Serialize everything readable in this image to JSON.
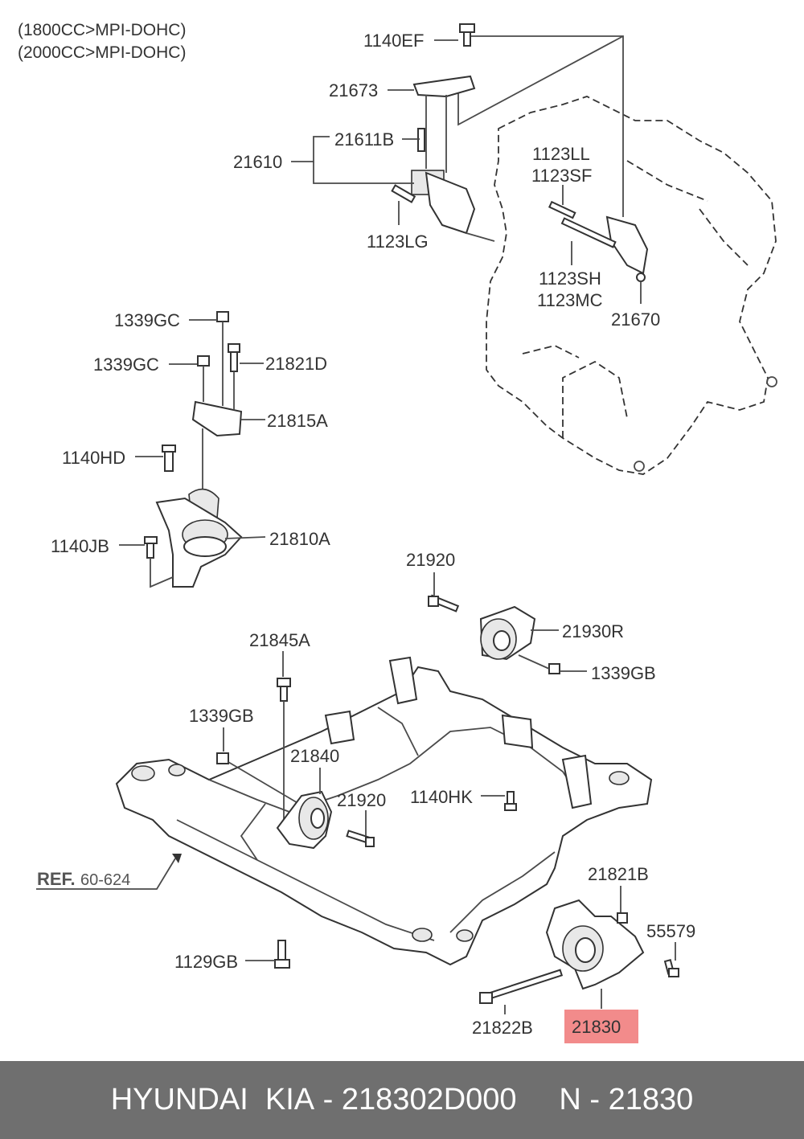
{
  "header": {
    "line1": "(1800CC>MPI-DOHC)",
    "line2": "(2000CC>MPI-DOHC)"
  },
  "labels": {
    "p1140EF": "1140EF",
    "p21673": "21673",
    "p21611B": "21611B",
    "p21610": "21610",
    "p1123LG": "1123LG",
    "p1123LL": "1123LL",
    "p1123SF": "1123SF",
    "p1123SH": "1123SH",
    "p1123MC": "1123MC",
    "p21670": "21670",
    "p1339GC_a": "1339GC",
    "p1339GC_b": "1339GC",
    "p21821D": "21821D",
    "p21815A": "21815A",
    "p1140HD": "1140HD",
    "p21810A": "21810A",
    "p1140JB": "1140JB",
    "p21920_a": "21920",
    "p21930R": "21930R",
    "p1339GB_a": "1339GB",
    "p21845A": "21845A",
    "p1339GB_b": "1339GB",
    "p21840": "21840",
    "p21920_b": "21920",
    "p1140HK": "1140HK",
    "ref_bold": "REF.",
    "ref_num": "60-624",
    "p21821B": "21821B",
    "p55579": "55579",
    "p1129GB": "1129GB",
    "p21822B": "21822B",
    "p21830": "21830"
  },
  "highlight_color": "#f28b8b",
  "footer": {
    "brand": "HYUNDAI  KIA",
    "sep1": " - ",
    "part_number": "218302D000",
    "gap": "     ",
    "n_prefix": "N",
    "sep2": " - ",
    "n_value": "21830"
  }
}
